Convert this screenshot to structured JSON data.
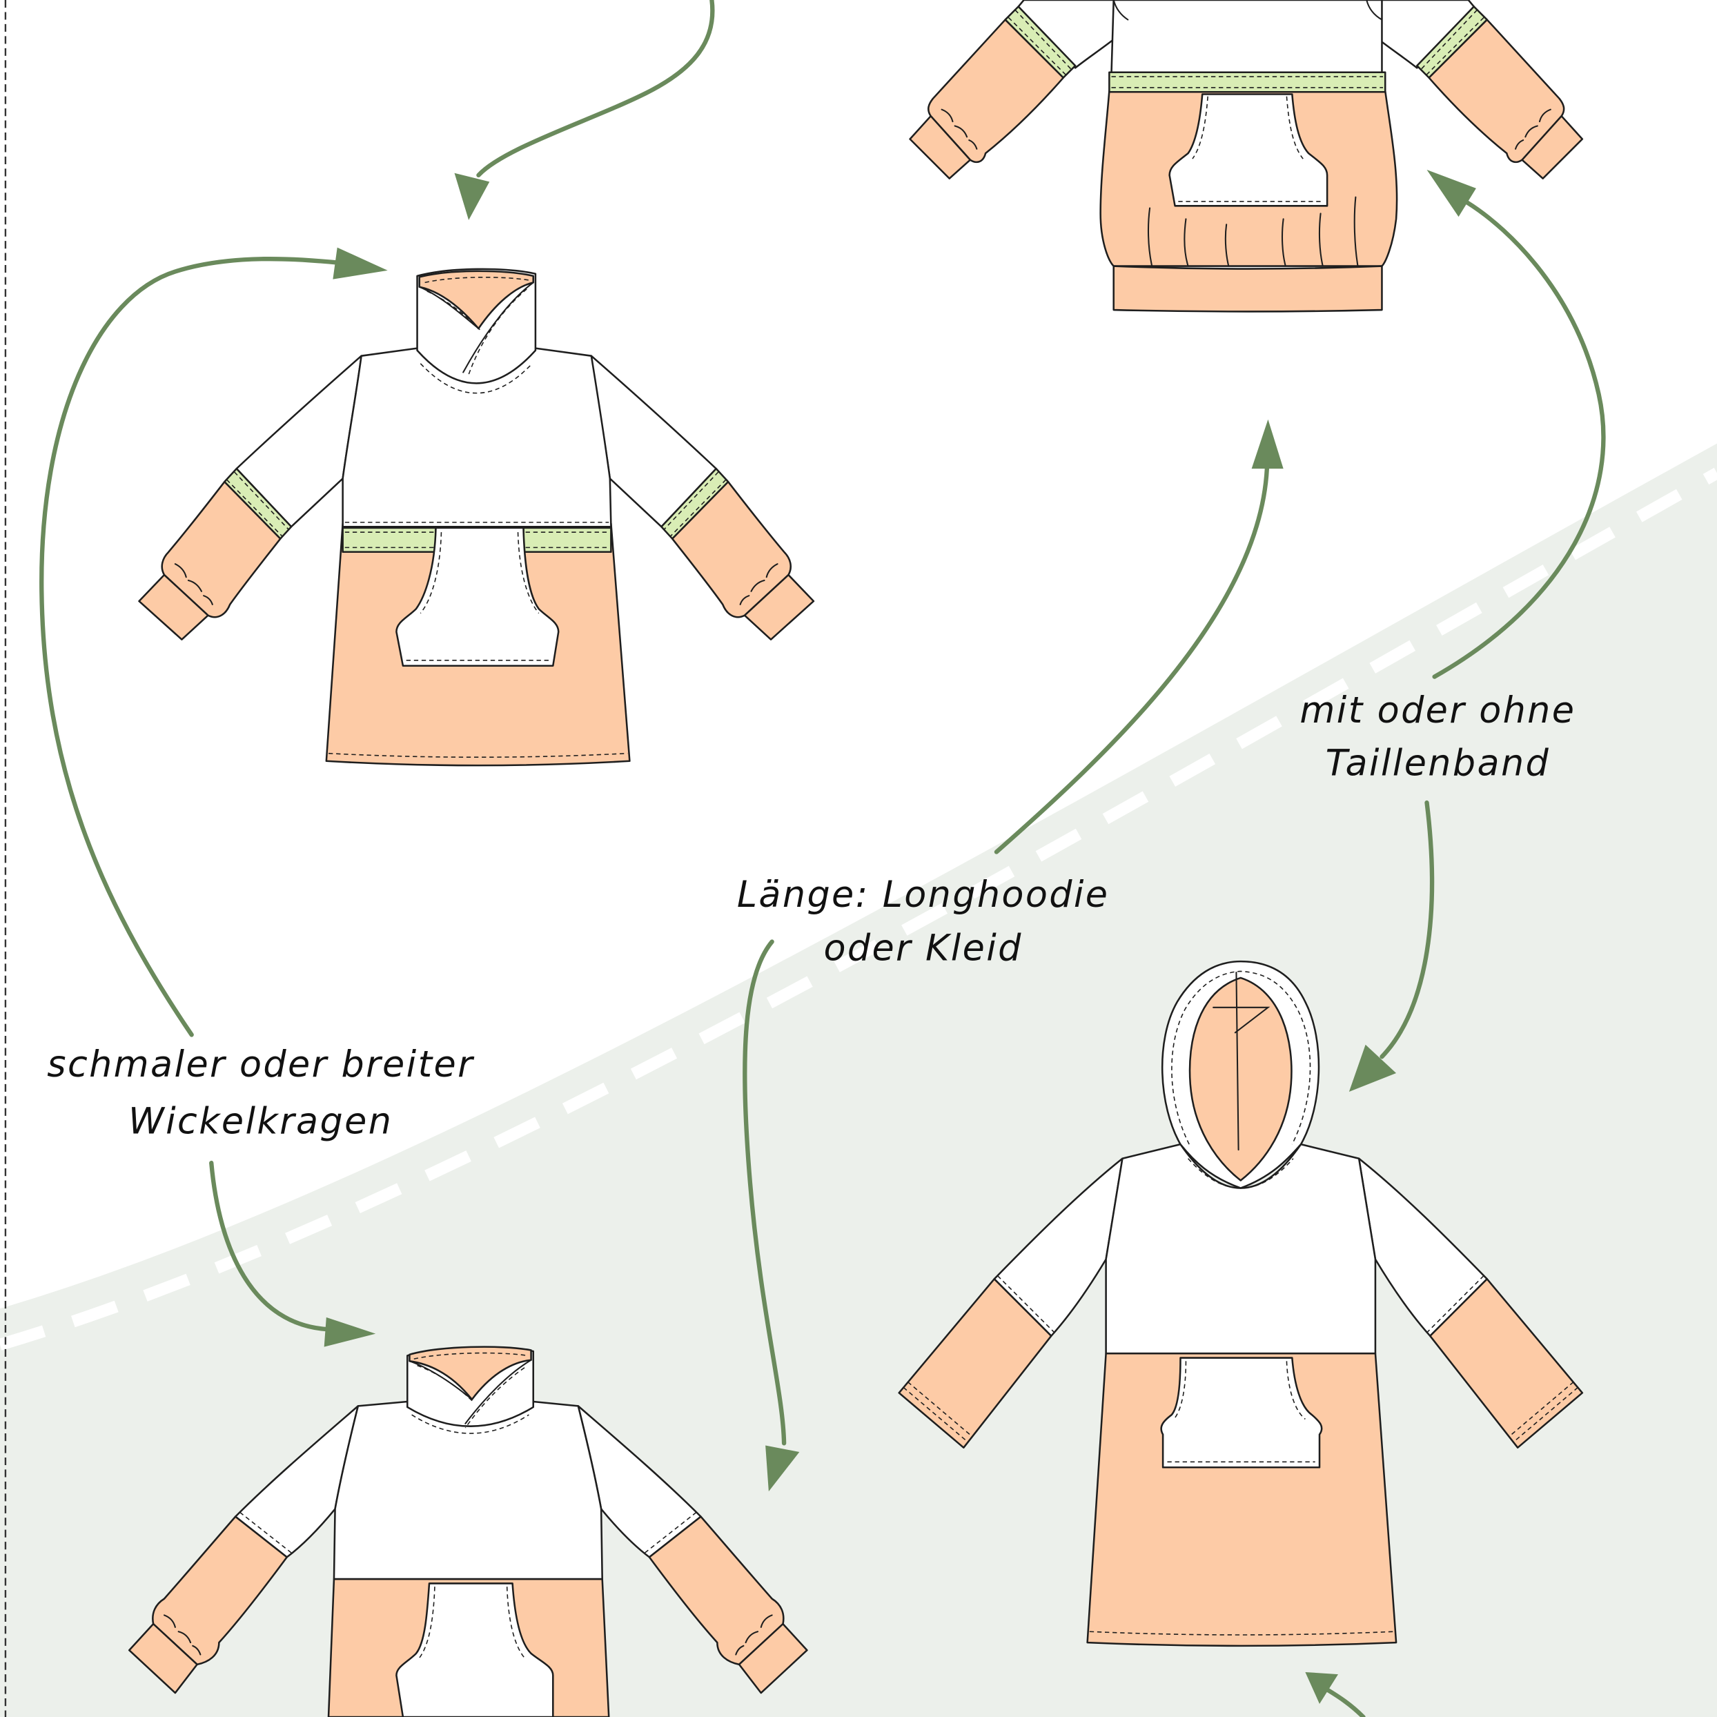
{
  "labels": {
    "waistband": {
      "line1": "mit oder ohne",
      "line2": "Taillenband"
    },
    "length": {
      "line1": "Länge: Longhoodie",
      "line2": "oder Kleid"
    },
    "collar": {
      "line1": "schmaler oder breiter",
      "line2": "Wickelkragen"
    }
  },
  "colors": {
    "background": "#FFFFFF",
    "lower_region": "#ECF0EB",
    "arrow": "#6A8A5C",
    "fabric_peach": "#FDCBA6",
    "fabric_green": "#D9EDB5",
    "fabric_white": "#FFFFFF",
    "outline": "#1E1E1E",
    "dashed_divider": "#FFFFFF"
  }
}
